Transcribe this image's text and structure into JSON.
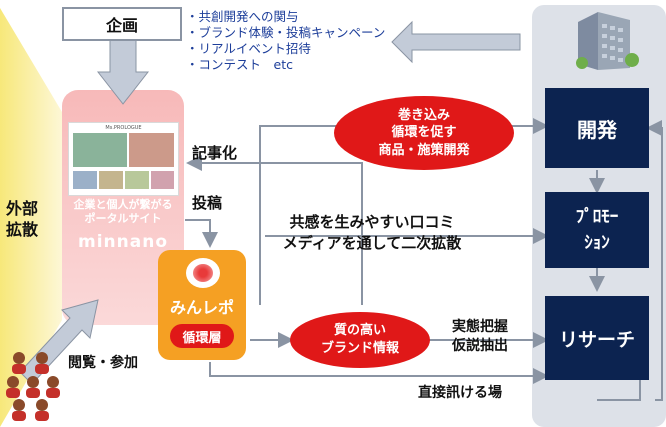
{
  "planning": {
    "title": "企画",
    "items": [
      "・共創開発への関与",
      "・ブランド体験・投稿キャンペーン",
      "・リアルイベント招待",
      "・コンテスト　etc"
    ]
  },
  "left_label": {
    "line1": "外部",
    "line2": "拡散"
  },
  "portal": {
    "screenshot_title": "Ms.PROLOGUE",
    "caption_line1": "企業と個人が繋がる",
    "caption_line2": "ポータルサイト",
    "name": "minnano"
  },
  "minrepo": {
    "name": "みんレポ",
    "badge": "循環層"
  },
  "labels": {
    "article": "記事化",
    "post": "投稿",
    "view_participate": "閲覧・参加",
    "spread_line1": "共感を生みやすい口コミ",
    "spread_line2": "メディアを通して二次拡散",
    "insight_line1": "実態把握",
    "insight_line2": "仮説抽出",
    "direct": "直接訊ける場"
  },
  "ellipses": {
    "top": [
      "巻き込み",
      "循環を促す",
      "商品・施策開発"
    ],
    "bottom": [
      "質の高い",
      "ブランド情報"
    ]
  },
  "process": [
    "開発",
    "ﾌﾟﾛﾓｰ",
    "ｼｮﾝ",
    "リサーチ"
  ],
  "colors": {
    "navy": "#0c2350",
    "red": "#e01818",
    "orange": "#f5a023",
    "pink": "#f6cccc",
    "grey": "#dde1e8"
  }
}
